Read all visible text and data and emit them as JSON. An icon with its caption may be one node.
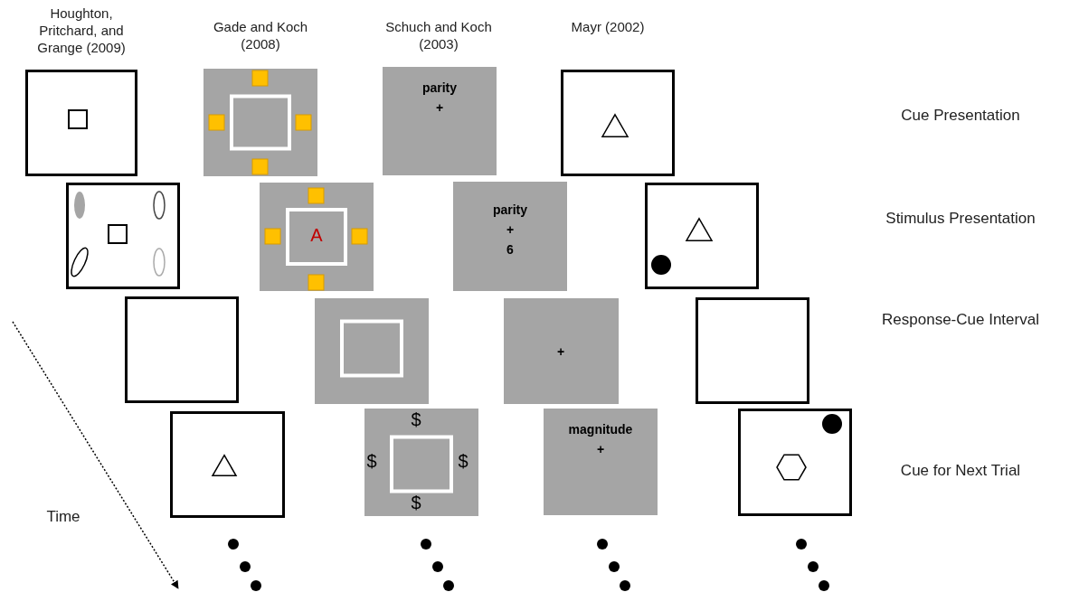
{
  "diagram": {
    "nodes": [
      {
        "text": [],
        "shape": "box"
      },
      {
        "text": [],
        "shape": "box"
      },
      {
        "text": [
          "parity",
          "+"
        ]
      },
      {
        "text": [],
        "shape": "box"
      },
      {
        "text": [],
        "shape": "box"
      },
      {
        "text": [
          "A"
        ]
      },
      {
        "text": [
          "parity",
          "+",
          "6"
        ]
      },
      {
        "text": [],
        "shape": "box"
      },
      {
        "text": [],
        "shape": "box"
      },
      {
        "text": [],
        "shape": "box"
      },
      {
        "text": [
          "+"
        ]
      },
      {
        "text": [],
        "shape": "box"
      },
      {
        "text": [],
        "shape": "box"
      },
      {
        "text": [
          "$",
          "$",
          "$",
          "$"
        ]
      },
      {
        "text": [
          "magnitude",
          "+"
        ]
      },
      {
        "text": [],
        "shape": "box"
      }
    ],
    "labels": [
      "Houghton, Pritchard, and Grange (2009)",
      "Gade and Koch (2008)",
      "Schuch and Koch (2003)",
      "Mayr (2002)",
      "Cue Presentation",
      "Stimulus Presentation",
      "Response-Cue Interval",
      "Cue for Next Trial",
      "Time"
    ]
  }
}
